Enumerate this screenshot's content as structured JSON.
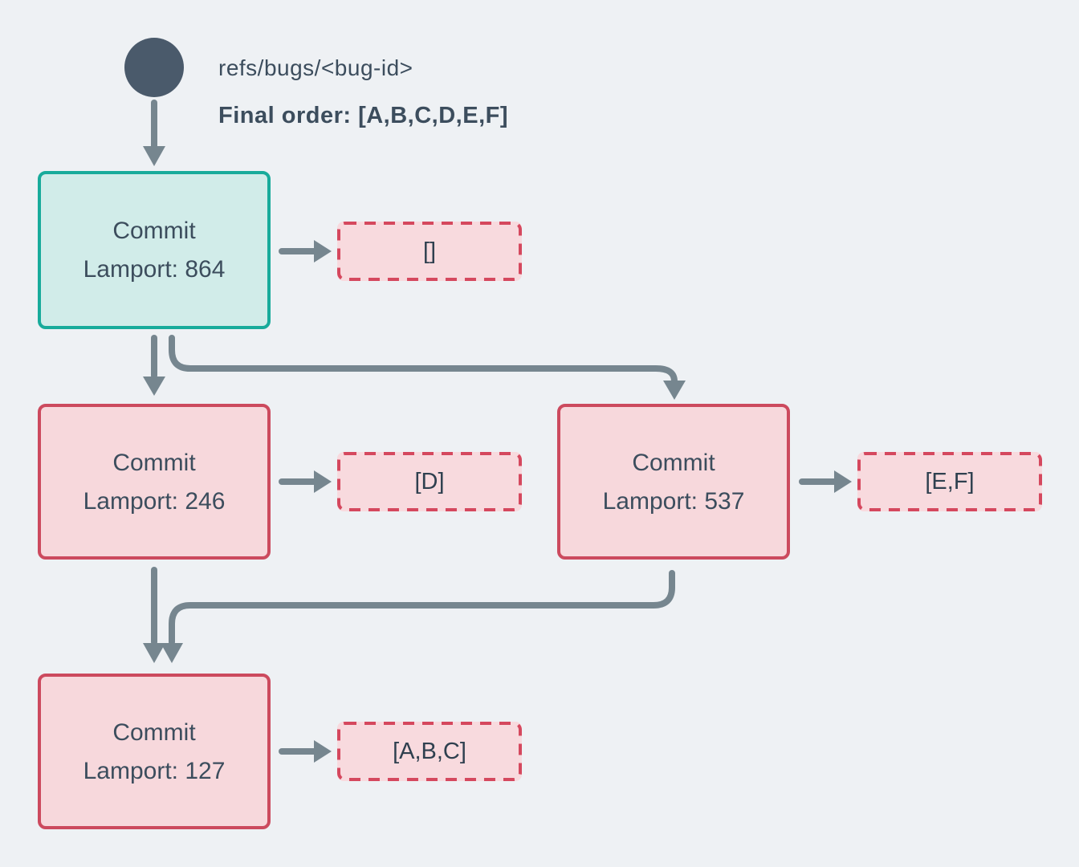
{
  "header": {
    "ref": "refs/bugs/<bug-id>",
    "final_order": "Final order: [A,B,C,D,E,F]"
  },
  "commits": [
    {
      "id": "commit-864",
      "title": "Commit",
      "lamport": "Lamport: 864",
      "variant": "head"
    },
    {
      "id": "commit-246",
      "title": "Commit",
      "lamport": "Lamport: 246",
      "variant": "normal"
    },
    {
      "id": "commit-537",
      "title": "Commit",
      "lamport": "Lamport: 537",
      "variant": "normal"
    },
    {
      "id": "commit-127",
      "title": "Commit",
      "lamport": "Lamport: 127",
      "variant": "normal"
    }
  ],
  "payloads": [
    {
      "for": "commit-864",
      "value": "[]"
    },
    {
      "for": "commit-246",
      "value": "[D]"
    },
    {
      "for": "commit-537",
      "value": "[E,F]"
    },
    {
      "for": "commit-127",
      "value": "[A,B,C]"
    }
  ],
  "edges": [
    {
      "from": "ref",
      "to": "commit-864"
    },
    {
      "from": "commit-864",
      "to": "commit-246"
    },
    {
      "from": "commit-864",
      "to": "commit-537"
    },
    {
      "from": "commit-246",
      "to": "commit-127"
    },
    {
      "from": "commit-537",
      "to": "commit-127"
    },
    {
      "from": "commit-864",
      "to": "payload-empty"
    },
    {
      "from": "commit-246",
      "to": "payload-d"
    },
    {
      "from": "commit-537",
      "to": "payload-ef"
    },
    {
      "from": "commit-127",
      "to": "payload-abc"
    }
  ],
  "colors": {
    "background": "#eef1f4",
    "arrow": "#76868f",
    "ref_circle": "#4a5a6b",
    "text": "#3c4d5d",
    "head_border": "#18ab9b",
    "head_fill": "#d1ece9",
    "commit_border": "#cc4a5e",
    "commit_fill": "#f7d8dc",
    "payload_border": "#d5485e",
    "payload_fill": "#f8dade"
  }
}
